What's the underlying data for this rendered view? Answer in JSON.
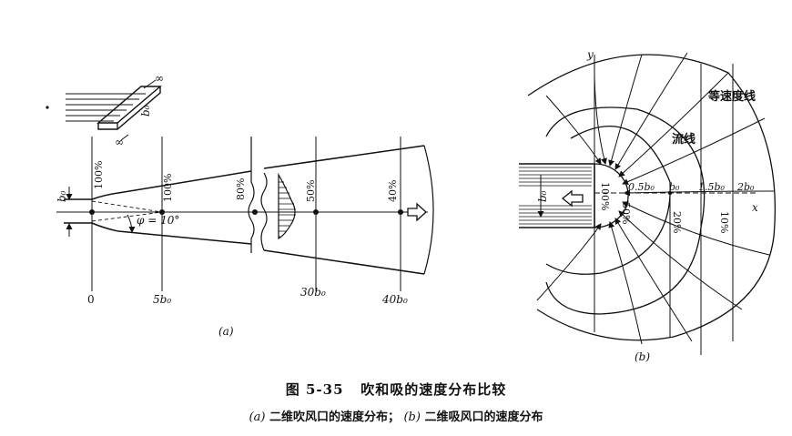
{
  "figure": {
    "number": "图 5-35",
    "title": "吹和吸的速度分布比较",
    "subcaption": {
      "a_label": "(a)",
      "a_text": "二维吹风口的速度分布；",
      "b_label": "(b)",
      "b_text": "二维吸风口的速度分布"
    }
  },
  "panel_a": {
    "label": "(a)",
    "inset": {
      "b0": "b₀",
      "inf1": "∞",
      "inf2": "∞"
    },
    "b0_label": "b₀",
    "angle_label": "φ = 10°",
    "percent_labels": [
      "100%",
      "100%",
      "80%",
      "50%",
      "40%"
    ],
    "distance_labels": [
      "0",
      "5b₀",
      "30b₀",
      "40b₀"
    ]
  },
  "panel_b": {
    "label": "(b)",
    "y_axis": "y",
    "x_axis": "x",
    "b0_label": "b₀",
    "isovel_label": "等速度线",
    "streamline_label": "流线",
    "distance_labels": [
      "0.5b₀",
      "b₀",
      "1.5b₀",
      "2b₀"
    ],
    "percent_labels": [
      "100%",
      "50%",
      "20%",
      "10%"
    ]
  }
}
